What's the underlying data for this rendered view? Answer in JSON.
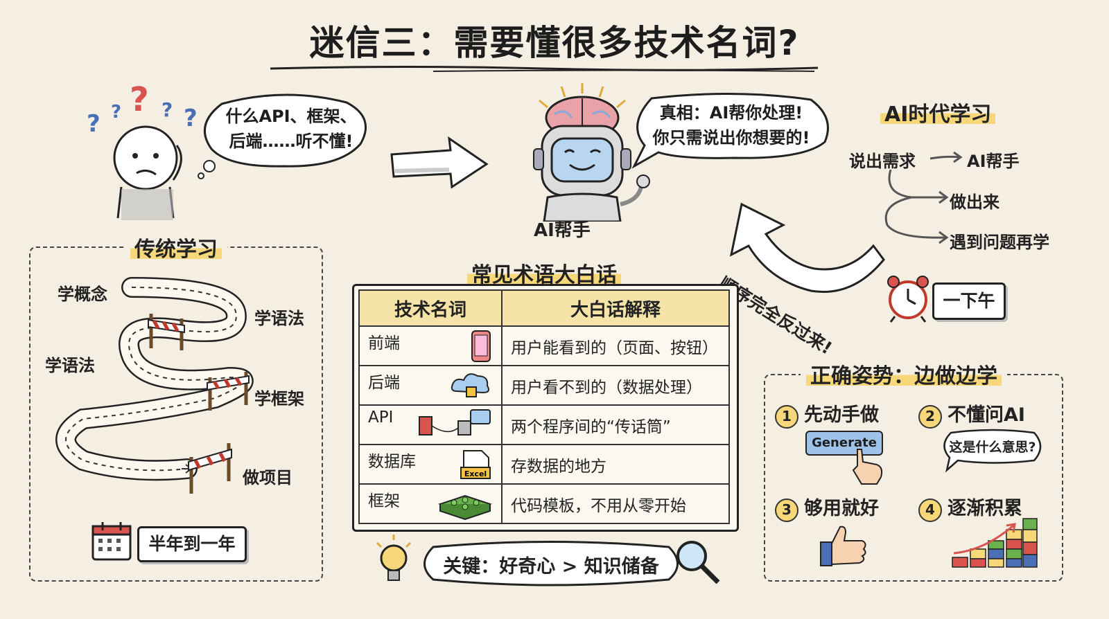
{
  "title": "迷信三：需要懂很多技术名词?",
  "confused_bubble": {
    "line1": "什么API、框架、",
    "line2": "后端……听不懂!"
  },
  "robot_bubble": {
    "line1": "真相：AI帮你处理!",
    "line2": "你只需说出你想要的!"
  },
  "robot_label": "AI帮手",
  "ai_era": {
    "title": "AI时代学习",
    "step1": "说出需求",
    "step2": "AI帮手",
    "step3": "做出来",
    "step4": "遇到问题再学",
    "time": "一下午"
  },
  "reverse_text": "顺序完全反过来!",
  "traditional": {
    "title": "传统学习",
    "steps": [
      "学概念",
      "学语法",
      "学语法",
      "学框架",
      "做项目"
    ],
    "time": "半年到一年"
  },
  "glossary": {
    "title": "常见术语大白话",
    "headers": [
      "技术名词",
      "大白话解释"
    ],
    "rows": [
      {
        "term": "前端",
        "explain": "用户能看到的（页面、按钮）",
        "icon": "phone-icon"
      },
      {
        "term": "后端",
        "explain": "用户看不到的（数据处理）",
        "icon": "cloud-lock-icon"
      },
      {
        "term": "API",
        "explain": "两个程序间的“传话筒”",
        "icon": "tin-can-phone-icon"
      },
      {
        "term": "数据库",
        "explain": "存数据的地方",
        "icon": "excel-file-icon"
      },
      {
        "term": "框架",
        "explain": "代码模板，不用从零开始",
        "icon": "lego-brick-icon"
      }
    ]
  },
  "key_point": "关键：好奇心 > 知识储备",
  "right_way": {
    "title": "正确姿势：边做边学",
    "tips": [
      {
        "num": "1",
        "text": "先动手做"
      },
      {
        "num": "2",
        "text": "不懂问AI"
      },
      {
        "num": "3",
        "text": "够用就好"
      },
      {
        "num": "4",
        "text": "逐渐积累"
      }
    ],
    "generate_button": "Generate",
    "question_bubble": "这是什么意思?"
  },
  "excel_label": "Excel"
}
